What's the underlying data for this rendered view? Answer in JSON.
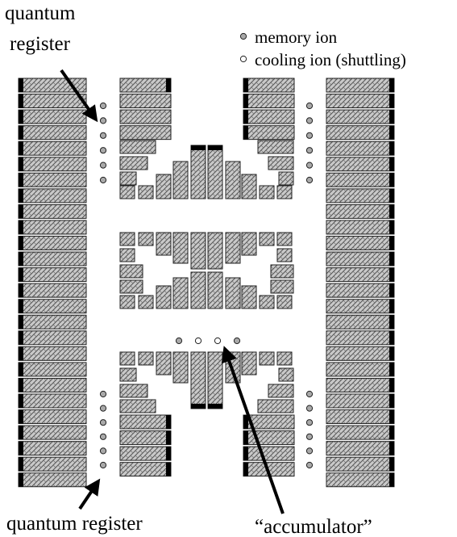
{
  "labels": {
    "top_register_line1": "quantum",
    "top_register_line2": "register",
    "bottom_register": "quantum register",
    "accumulator": "“accumulator”"
  },
  "legend": {
    "memory_ion": "memory ion",
    "cooling_ion": "cooling ion (shuttling)"
  },
  "colors": {
    "electrode_fill": "#c9c9c9",
    "electrode_hatch": "#555555",
    "electrode_outline": "#222222",
    "electrode_cap": "#000000",
    "memory_ion": "#a9a9a9",
    "cooling_ion": "#ffffff",
    "ion_outline": "#222222"
  }
}
